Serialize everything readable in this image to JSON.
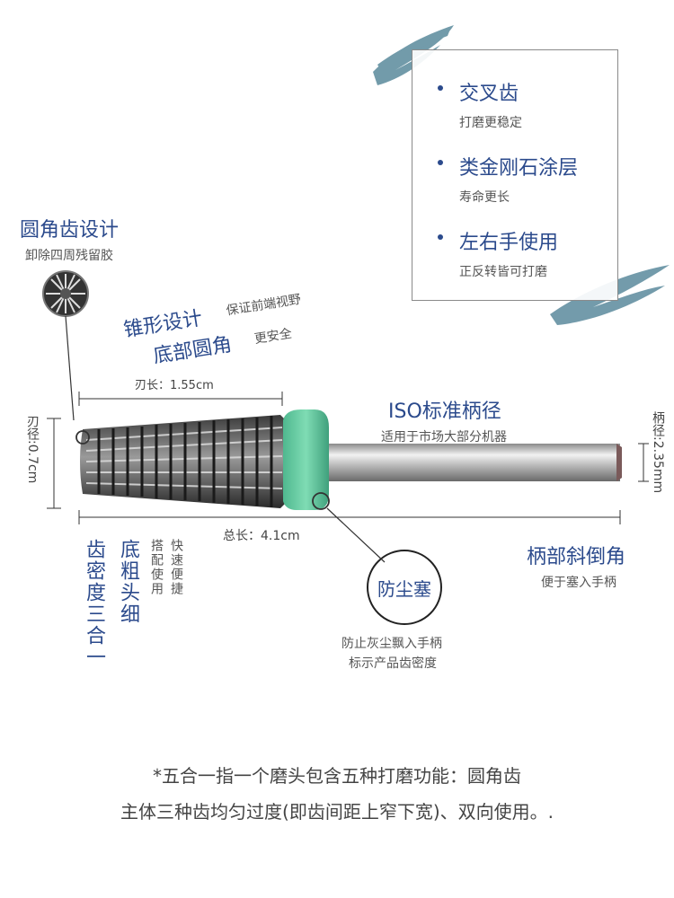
{
  "features": [
    {
      "title": "交叉齿",
      "sub": "打磨更稳定"
    },
    {
      "title": "类金刚石涂层",
      "sub": "寿命更长"
    },
    {
      "title": "左右手使用",
      "sub": "正反转皆可打磨"
    }
  ],
  "round_teeth": {
    "title": "圆角齿设计",
    "sub": "卸除四周残留胶"
  },
  "cone": {
    "line1": "锥形设计",
    "note1": "保证前端视野",
    "line2": "底部圆角",
    "note2": "更安全"
  },
  "blade_length": "刃长：1.55cm",
  "blade_diameter": "刃径:0.7cm",
  "iso": {
    "title": "ISO标准柄径",
    "sub": "适用于市场大部分机器"
  },
  "shank_diameter": "柄径:2.35mm",
  "total_length": "总长：4.1cm",
  "bevel": {
    "title": "柄部斜倒角",
    "sub": "便于塞入手柄"
  },
  "dust": {
    "title": "防尘塞",
    "sub1": "防止灰尘飘入手柄",
    "sub2": "标示产品齿密度"
  },
  "vertical": {
    "density": "齿密度三合一",
    "thick": "底粗头细",
    "fit": "搭配使用",
    "fast": "快速便捷"
  },
  "footnote": {
    "line1": "*五合一指一个磨头包含五种打磨功能：圆角齿",
    "line2": "主体三种齿均匀过度(即齿间距上窄下宽)、双向使用。."
  },
  "colors": {
    "accent": "#2b4a8c",
    "cap": "#5ec9a0",
    "brush": "#5a8a9c"
  }
}
